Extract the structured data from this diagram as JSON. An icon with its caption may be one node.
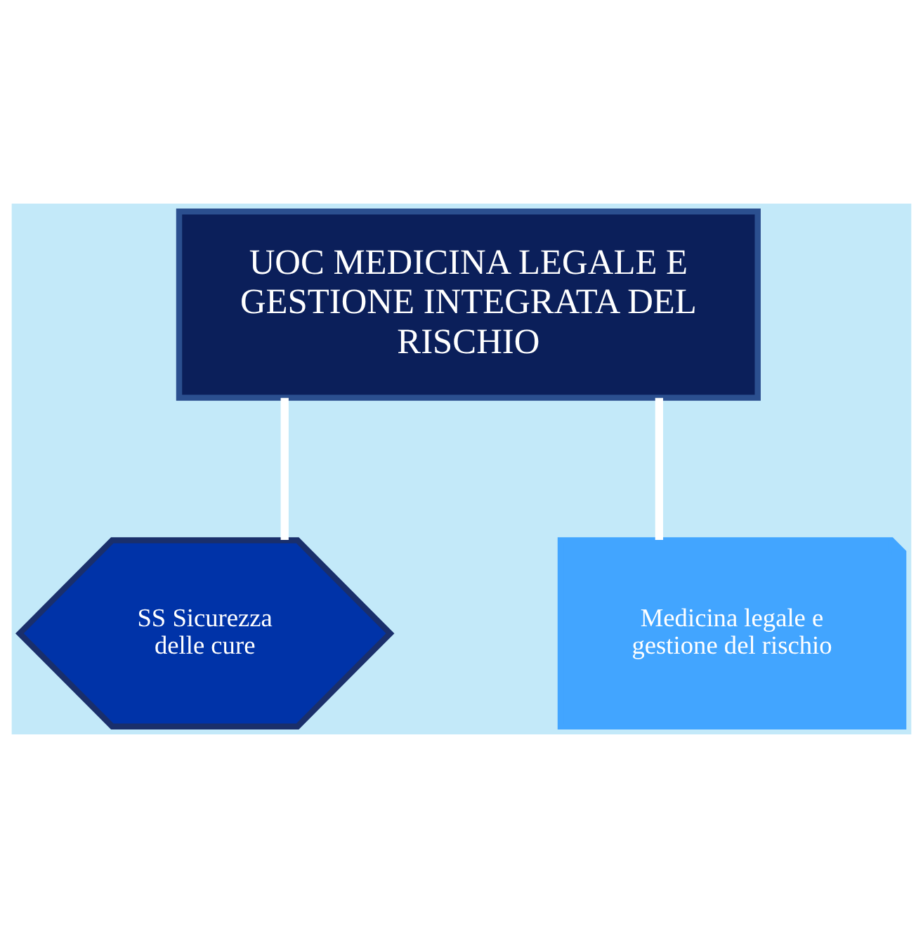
{
  "diagram": {
    "nodes": [
      {
        "text": [
          "UOC MEDICINA LEGALE E GESTIONE INTEGRATA DEL RISCHIO"
        ]
      },
      {
        "text": [
          "SS Sicurezza delle cure"
        ]
      },
      {
        "text": [
          "Medicina legale e gestione del rischio"
        ]
      }
    ],
    "edges": [
      {
        "from": 0,
        "to": 1,
        "arrow": "none"
      },
      {
        "from": 0,
        "to": 2,
        "arrow": "none"
      }
    ]
  }
}
